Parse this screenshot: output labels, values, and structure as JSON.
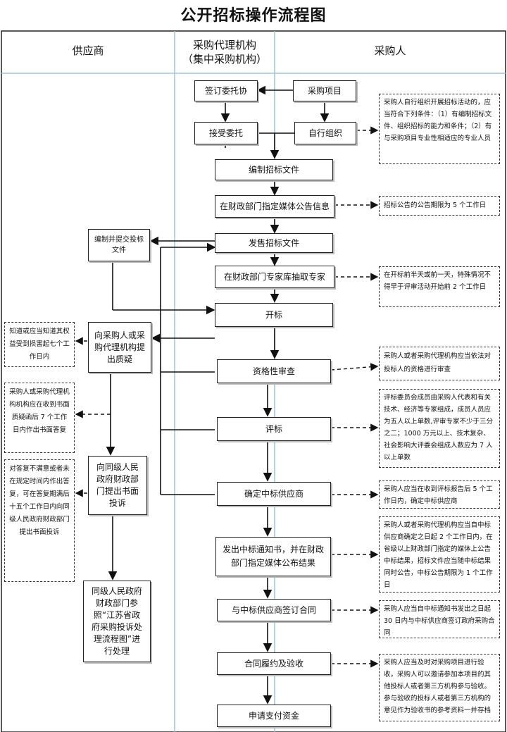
{
  "title": "公开招标操作流程图",
  "lanes": {
    "supplier": "供应商",
    "agency_line1": "采购代理机构",
    "agency_line2": "（集中采购机构）",
    "purchaser": "采购人"
  },
  "boxes": {
    "sign_entrust": "签订委托协",
    "purchase_project": "采购项目",
    "accept_entrust": "接受委托",
    "self_organize": "自行组织",
    "prepare_docs": "编制招标文件",
    "publish_notice": "在财政部门指定媒体公告信息",
    "sell_docs": "发售招标文件",
    "draw_experts": "在财政部门专家库抽取专家",
    "open_bid": "开标",
    "qualification": "资格性审查",
    "evaluate": "评标",
    "determine_winner": "确定中标供应商",
    "issue_notice": "发出中标通知书，并在财政部门指定媒体公布结果",
    "sign_contract": "与中标供应商签订合同",
    "perform_accept": "合同履约及验收",
    "apply_payment": "申请支付资金"
  },
  "supplier_boxes": {
    "prepare_submit": "编制并提交投标文件",
    "raise_query": "向采购人或采购代理机构提出质疑",
    "complaint": "向同级人民政府财政部门提出书面投诉",
    "refer_flow": "同级人民政府财政部门参照“江苏省政府采购投诉处理流程图”进行处理"
  },
  "notes": {
    "self_org_note": "采购人自行组织开展招标活动的，应当符合下列条件：（1）有编制招标文件、组织招标的能力和条件；（2）有与采购项目专业性相适应的专业人员",
    "notice_period": "招标公告的公告期限为 5 个工作日",
    "expert_note": "在开标前半天或前一天，特殊情况不得早于评审活动开始前 2 个工作日",
    "qual_note": "采购人或者采购代理机构应当依法对投标人的资格进行审查",
    "eval_note": "评标委员会成员由采购人代表和有关技术、经济等专家组成，成员人员应为五人以上单数,评审专家不少于三分之二；1000 万元以上、技术复杂、社会影响大评委会组成人数应为 7 人以上单数",
    "winner_note": "采购人应当在收到评标报告后 5 个工作日内，确定中标供应商",
    "issue_note": "采购人或者采购代理机构应当自中标供应商确定之日起 2 个工作日内，在省级以上财政部门指定的媒体上公告中标结果，招标文件应当随中标结果同时公告，中标公告期限为 1 个工作日",
    "contract_note": "采购人应当自中标通知书发出之日起 30 日内与中标供应商签订政府采购合同",
    "accept_note": "采购人应当及时对采购项目进行验收，采购人可以邀请参加本项目的其他投标人或者第三方机构参与验收。参与验收的投标人或者第三方机构的意见作为验收书的参考资料一并存档"
  },
  "left_notes": {
    "query_time": "知道或应当知道其权益受到损害起七个工作日内",
    "reply_time": "采购人或采购代理机构机构应在收到书面质疑函后 7 个工作日内作出书面答复",
    "complaint_time": "对答复不满意或者未在规定时间内作出答复，可在答复期满后十五个工作日内向同级人民政府财政部门提出书面投诉"
  },
  "colors": {
    "lane_line": "#9ec3de",
    "border": "#222222"
  }
}
